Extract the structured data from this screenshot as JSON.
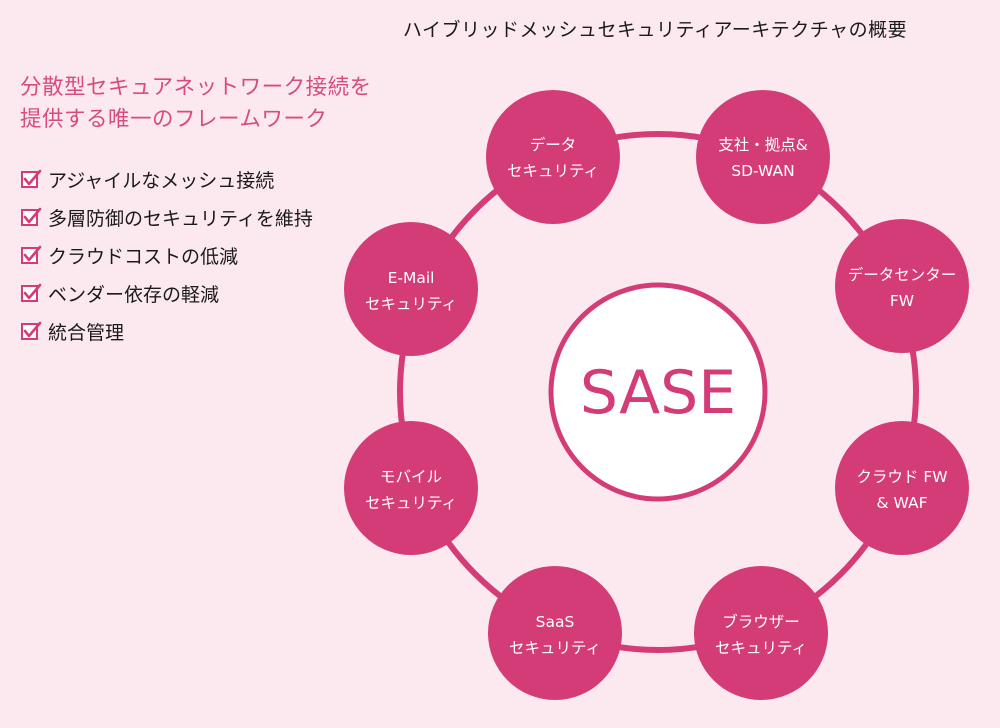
{
  "page_title": "ハイブリッドメッシュセキュリティアーキテクチャの概要",
  "headline": {
    "line1": "分散型セキュアネットワーク接続を",
    "line2": "提供する唯一のフレームワーク"
  },
  "features": [
    "アジャイルなメッシュ接続",
    "多層防御のセキュリティを維持",
    "クラウドコストの低減",
    "ベンダー依存の軽減",
    "統合管理"
  ],
  "center": {
    "label": "SASE"
  },
  "nodes": [
    {
      "id": "data-security",
      "line1": "データ",
      "line2": "セキュリティ"
    },
    {
      "id": "branch-sdwan",
      "line1": "支社・拠点&",
      "line2": "SD-WAN"
    },
    {
      "id": "datacenter-fw",
      "line1": "データセンター",
      "line2": "FW"
    },
    {
      "id": "cloud-fw-waf",
      "line1": "クラウド FW",
      "line2": "& WAF"
    },
    {
      "id": "browser-security",
      "line1": "ブラウザー",
      "line2": "セキュリティ"
    },
    {
      "id": "saas-security",
      "line1": "SaaS",
      "line2": "セキュリティ"
    },
    {
      "id": "mobile-security",
      "line1": "モバイル",
      "line2": "セキュリティ"
    },
    {
      "id": "email-security",
      "line1": "E-Mail",
      "line2": "セキュリティ"
    }
  ],
  "colors": {
    "background": "#FCE9EF",
    "accent": "#D43C77",
    "headline": "#D94B7E",
    "text": "#1a1a1a",
    "node_text": "#FFFFFF"
  }
}
